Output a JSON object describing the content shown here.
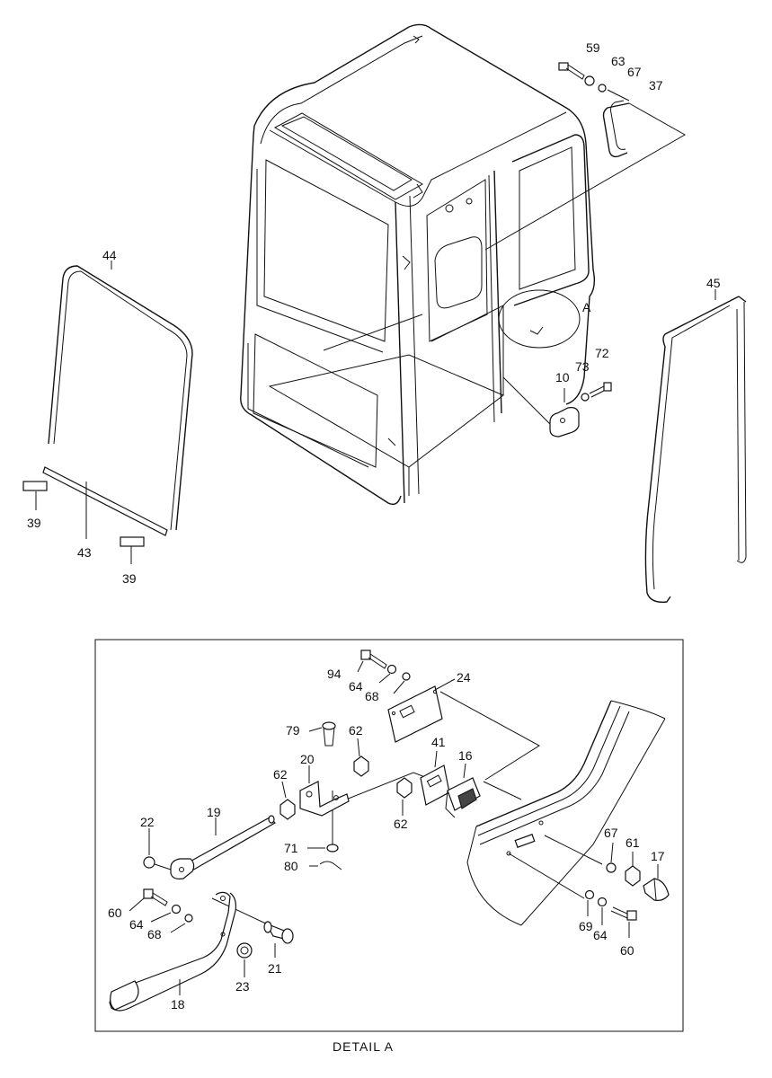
{
  "callouts": {
    "c59": "59",
    "c63": "63",
    "c67a": "67",
    "c37": "37",
    "c44": "44",
    "c45": "45",
    "cA": "A",
    "c10": "10",
    "c73": "73",
    "c72": "72",
    "c39a": "39",
    "c43": "43",
    "c39b": "39",
    "c94": "94",
    "c64a": "64",
    "c68a": "68",
    "c24": "24",
    "c79": "79",
    "c62a": "62",
    "c20": "20",
    "c62b": "62",
    "c41": "41",
    "c16": "16",
    "c62c": "62",
    "c19": "19",
    "c22": "22",
    "c71": "71",
    "c80": "80",
    "c67b": "67",
    "c61": "61",
    "c17": "17",
    "c60a": "60",
    "c64b": "64",
    "c68b": "68",
    "c21": "21",
    "c23": "23",
    "c18": "18",
    "c69": "69",
    "c64c": "64",
    "c60b": "60"
  },
  "caption": "DETAIL  A"
}
